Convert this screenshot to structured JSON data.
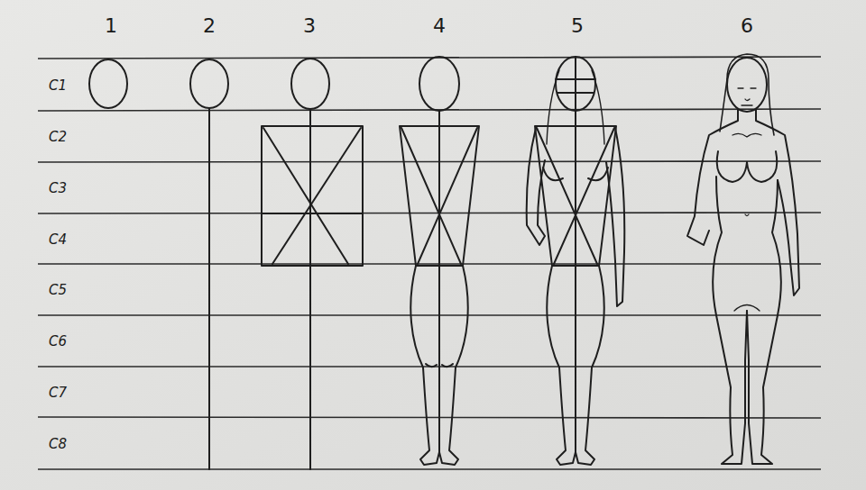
{
  "diagram": {
    "labels": [
      "1",
      "2",
      "3",
      "4",
      "5",
      "6",
      "C1",
      "C2",
      "C3",
      "C4",
      "C5",
      "C6",
      "C7",
      "C8"
    ]
  }
}
